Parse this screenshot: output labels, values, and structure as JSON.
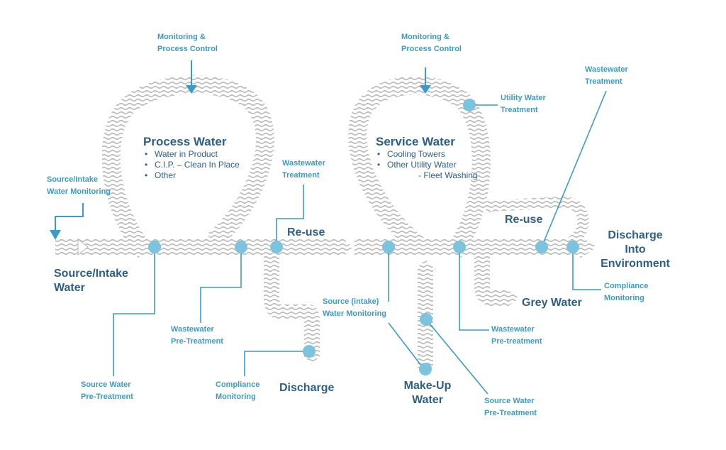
{
  "process": {
    "title": "Process Water",
    "bullets": [
      "Water in Product",
      "C.I.P. – Clean In Place",
      "Other"
    ]
  },
  "service": {
    "title": "Service Water",
    "bullets": [
      "Cooling Towers",
      "Other Utility Water"
    ],
    "sub_bullet": "- Fleet Washing"
  },
  "labels": {
    "monitoring_left": [
      "Monitoring &",
      "Process Control"
    ],
    "monitoring_right": [
      "Monitoring &",
      "Process Control"
    ],
    "utility_treatment": [
      "Utility Water",
      "Treatment"
    ],
    "wastewater_treatment_right": [
      "Wastewater",
      "Treatment"
    ],
    "wastewater_treatment_mid": [
      "Wastewater",
      "Treatment"
    ],
    "source_intake_monitoring": [
      "Source/Intake",
      "Water Monitoring"
    ],
    "source_water_pretreatment_left": [
      "Source Water",
      "Pre-Treatment"
    ],
    "wastewater_pretreatment_left": [
      "Wastewater",
      "Pre-Treatment"
    ],
    "compliance_left": [
      "Compliance",
      "Monitoring"
    ],
    "source_intake_monitoring_mid": [
      "Source (intake)",
      "Water Monitoring"
    ],
    "wastewater_pretreatment_right": [
      "Wastewater",
      "Pre-treatment"
    ],
    "source_water_pretreatment_right": [
      "Source Water",
      "Pre-Treatment"
    ],
    "compliance_right": [
      "Compliance",
      "Monitoring"
    ]
  },
  "stages": {
    "source_intake": [
      "Source/Intake",
      "Water"
    ],
    "reuse_mid": "Re-use",
    "reuse_right": "Re-use",
    "discharge": "Discharge",
    "makeup": [
      "Make-Up",
      "Water"
    ],
    "grey": "Grey Water",
    "discharge_env": [
      "Discharge",
      "Into",
      "Environment"
    ]
  },
  "colors": {
    "accent": "#3a9bc9",
    "dot": "#7cc4de",
    "dark_text": "#2d5f8a",
    "flow_gray": "#c8c8c8"
  }
}
